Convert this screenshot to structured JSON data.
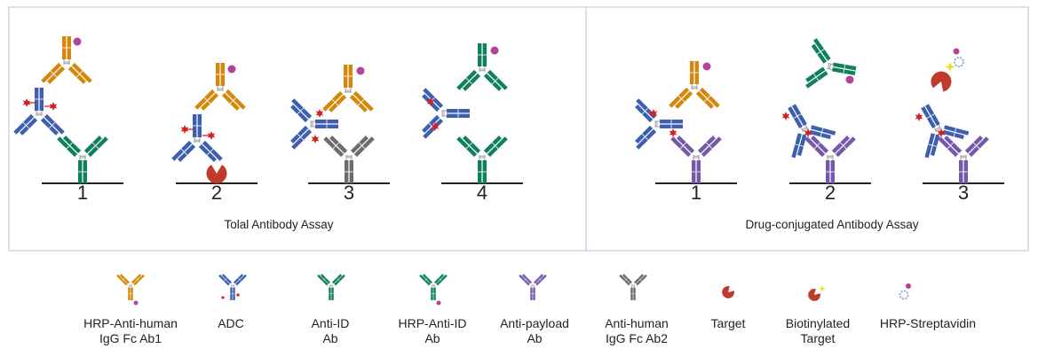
{
  "colors": {
    "orange": "#d4870a",
    "blue": "#3d5fb0",
    "green": "#0e8060",
    "gray": "#6b6b6b",
    "purple": "#7558aa",
    "drug": "#d42020",
    "target": "#c0392b",
    "hrp": "#b3429b",
    "border": "#cdd6e6"
  },
  "panels": [
    {
      "title": "Tolal Antibody Assay",
      "steps": [
        "1",
        "2",
        "3",
        "4"
      ]
    },
    {
      "title": "Drug-conjugated Antibody Assay",
      "steps": [
        "1",
        "2",
        "3"
      ]
    }
  ],
  "legend": [
    {
      "icon": "hrp-anti-human-igg-icon",
      "line1": "HRP-Anti-human",
      "line2": "IgG Fc Ab1"
    },
    {
      "icon": "adc-icon",
      "line1": "ADC",
      "line2": ""
    },
    {
      "icon": "anti-id-ab-icon",
      "line1": "Anti-ID",
      "line2": "Ab"
    },
    {
      "icon": "hrp-anti-id-ab-icon",
      "line1": "HRP-Anti-ID",
      "line2": "Ab"
    },
    {
      "icon": "anti-payload-ab-icon",
      "line1": "Anti-payload",
      "line2": "Ab"
    },
    {
      "icon": "anti-human-igg-ab2-icon",
      "line1": "Anti-human",
      "line2": "IgG Fc Ab2"
    },
    {
      "icon": "target-icon",
      "line1": "Target",
      "line2": ""
    },
    {
      "icon": "biotinylated-target-icon",
      "line1": "Biotinylated",
      "line2": "Target"
    },
    {
      "icon": "hrp-streptavidin-icon",
      "line1": "HRP-Streptavidin",
      "line2": ""
    }
  ]
}
